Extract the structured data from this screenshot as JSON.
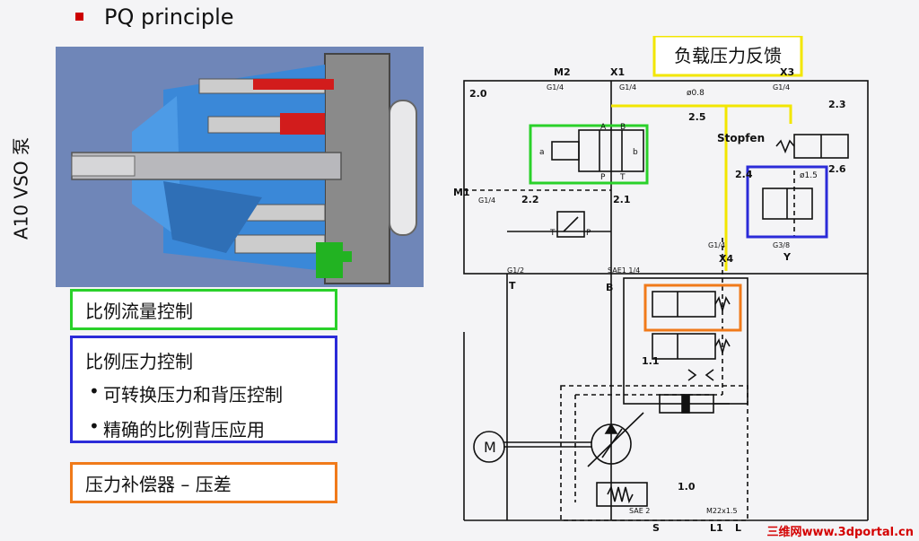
{
  "header": {
    "title": "PQ principle"
  },
  "side_label": "A10 VSO 泵",
  "boxes": {
    "flow": "比例流量控制",
    "pressure": "比例压力控制",
    "pressure_items": [
      "可转换压力和背压控制",
      "精确的比例背压应用"
    ],
    "compensator": "压力补偿器 – 压差"
  },
  "diagram": {
    "feedback_label": "负载压力反馈",
    "ports": [
      "M2",
      "X1",
      "X3",
      "M1",
      "X4",
      "T",
      "B",
      "Y",
      "S",
      "L1",
      "L"
    ],
    "fittings": [
      "G1/4",
      "G1/4",
      "G1/4",
      "G1/4",
      "G1/2",
      "SAE1 1/4",
      "G1/4",
      "G3/8",
      "SAE 2",
      "M22x1.5"
    ],
    "component_ids": [
      "2.0",
      "2.1",
      "2.2",
      "2.3",
      "2.4",
      "2.5",
      "2.6",
      "1.0",
      "1.1"
    ],
    "orifices": [
      "ø0.8",
      "ø1.5"
    ],
    "stopfen": "Stopfen",
    "motor": "M",
    "valve_letters": [
      "A",
      "B",
      "a",
      "b",
      "P",
      "T",
      "P",
      "T"
    ]
  },
  "watermark": "三维网www.3dportal.cn",
  "colors": {
    "green": "#2ad12a",
    "blue": "#2b2bd8",
    "orange": "#f07a1a",
    "yellow": "#f2e600",
    "bullet": "#cc0000"
  }
}
